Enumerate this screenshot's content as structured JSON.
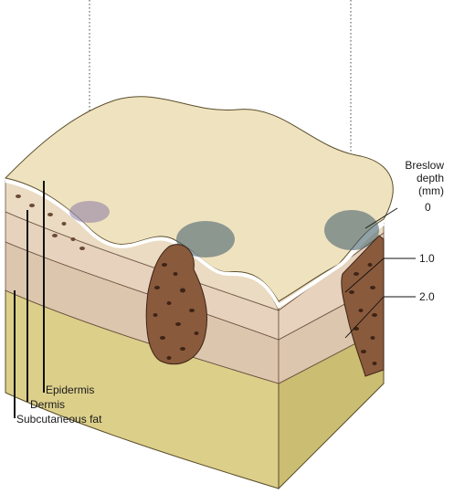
{
  "labels": {
    "breslow_title_1": "Breslow",
    "breslow_title_2": "depth",
    "breslow_unit": "(mm)",
    "depth_0": "0",
    "depth_1": "1.0",
    "depth_2": "2.0",
    "epidermis": "Epidermis",
    "dermis": "Dermis",
    "subcutaneous_fat": "Subcutaneous fat"
  },
  "colors": {
    "surface": "#efe3bf",
    "epidermis": "#eadbc2",
    "dermis": "#e6d2bd",
    "dermis_lower": "#dcc6ae",
    "fat": "#dccf8a",
    "fat_dark": "#cbbd72",
    "tumor": "#8a5a3c",
    "tumor_cells": "#3d2416",
    "lesion_blue": "#4a6470",
    "lesion_purple": "#8a7aa6"
  }
}
